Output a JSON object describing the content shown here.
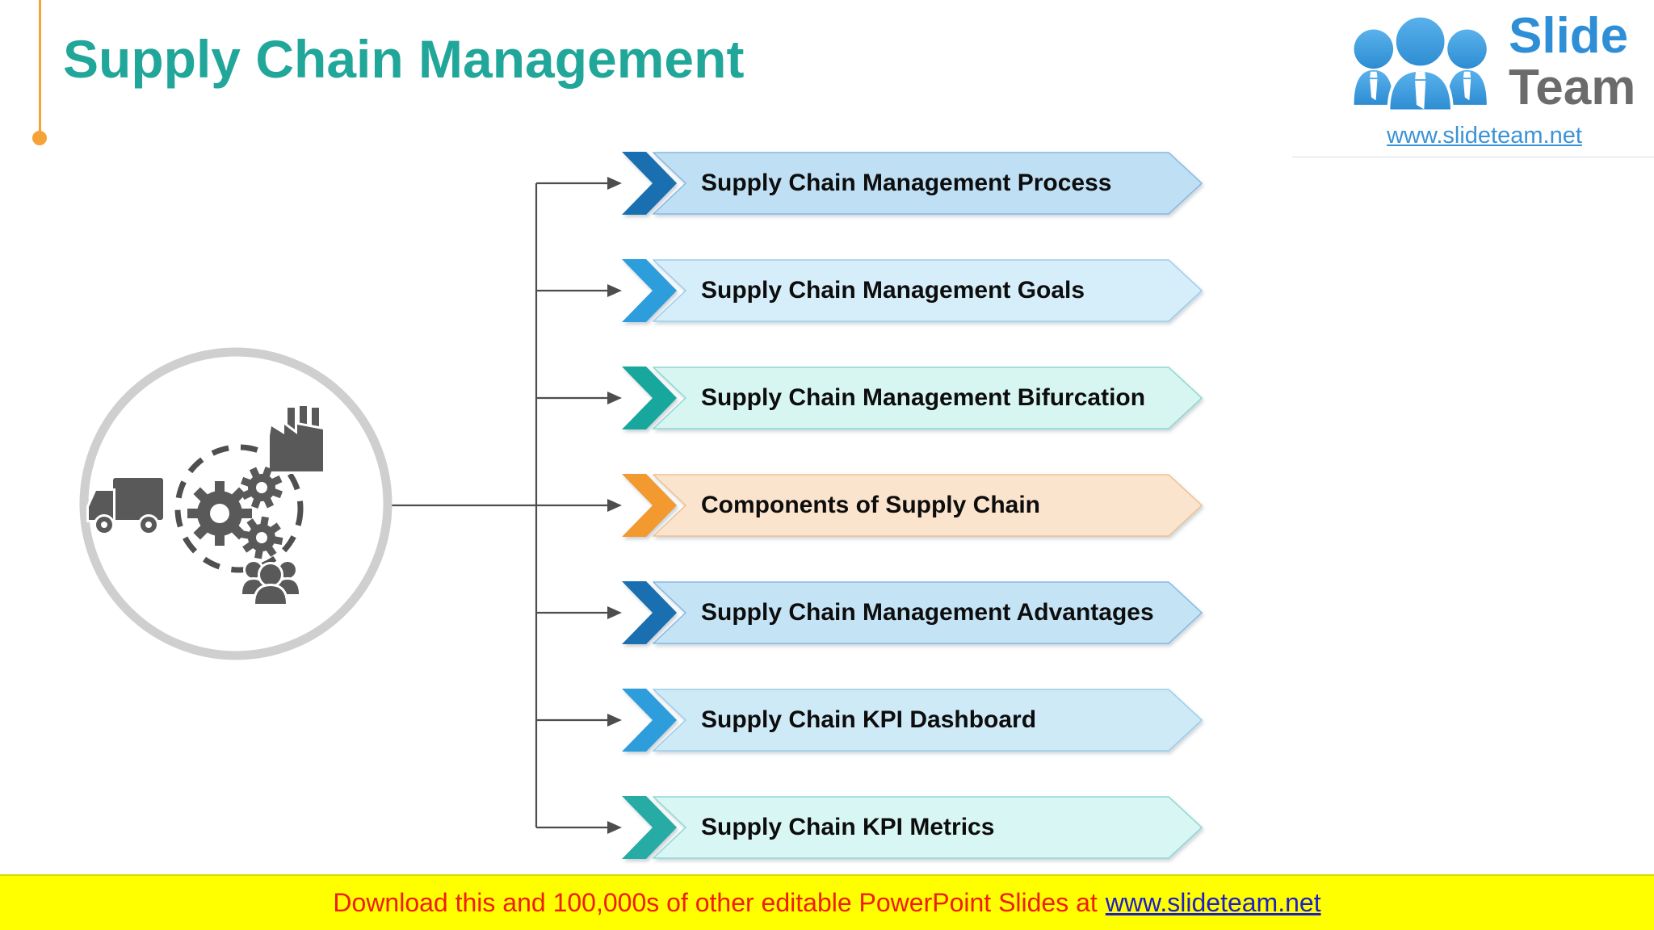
{
  "slide": {
    "title": "Supply Chain Management",
    "title_color": "#21A69A",
    "accent_color": "#F5A237",
    "background": "#FFFFFF"
  },
  "hub_icon": {
    "description": "gray circle badge with supply chain pictograms",
    "icons": [
      "truck-icon",
      "factory-icon",
      "gear-icon",
      "people-icon",
      "dashed-cycle-circle"
    ],
    "ring_color": "#CFCFCF",
    "glyph_color": "#595959"
  },
  "connectors": {
    "line_color": "#4D4D4D",
    "style": "elbow lines with right-pointing arrowheads from hub to each banner"
  },
  "banners": [
    {
      "label": "Supply Chain Management Process",
      "chevron_color": "#1A6FB0",
      "fill_color": "#BFE0F4",
      "border_color": "#85B9E2"
    },
    {
      "label": "Supply Chain Management Goals",
      "chevron_color": "#2D9DDB",
      "fill_color": "#D5EEFA",
      "border_color": "#9CCDEB"
    },
    {
      "label": "Supply Chain Management Bifurcation",
      "chevron_color": "#17A79D",
      "fill_color": "#D7F6F2",
      "border_color": "#8ED8D2"
    },
    {
      "label": "Components of Supply Chain",
      "chevron_color": "#F2992F",
      "fill_color": "#FBE4CD",
      "border_color": "#EFC28E"
    },
    {
      "label": "Supply Chain Management Advantages",
      "chevron_color": "#1A6FB0",
      "fill_color": "#C4E4F6",
      "border_color": "#85B9E2"
    },
    {
      "label": "Supply Chain KPI Dashboard",
      "chevron_color": "#2D9DDB",
      "fill_color": "#CFEAF7",
      "border_color": "#9CCDEB"
    },
    {
      "label": "Supply Chain KPI Metrics",
      "chevron_color": "#26ACA4",
      "fill_color": "#D8F6F3",
      "border_color": "#8ED8D2"
    }
  ],
  "logo": {
    "text_line1": "Slide",
    "text_line2": "Team",
    "url": "www.slideteam.net",
    "slide_color": "#2E8FD6",
    "team_color": "#6B6B6B",
    "people_color": "#3D9FE0"
  },
  "footer": {
    "text": "Download this and 100,000s of other editable PowerPoint Slides at",
    "link": "www.slideteam.net",
    "background": "#FFFF00",
    "text_color": "#F01D0A",
    "link_color": "#1F1FC8"
  }
}
